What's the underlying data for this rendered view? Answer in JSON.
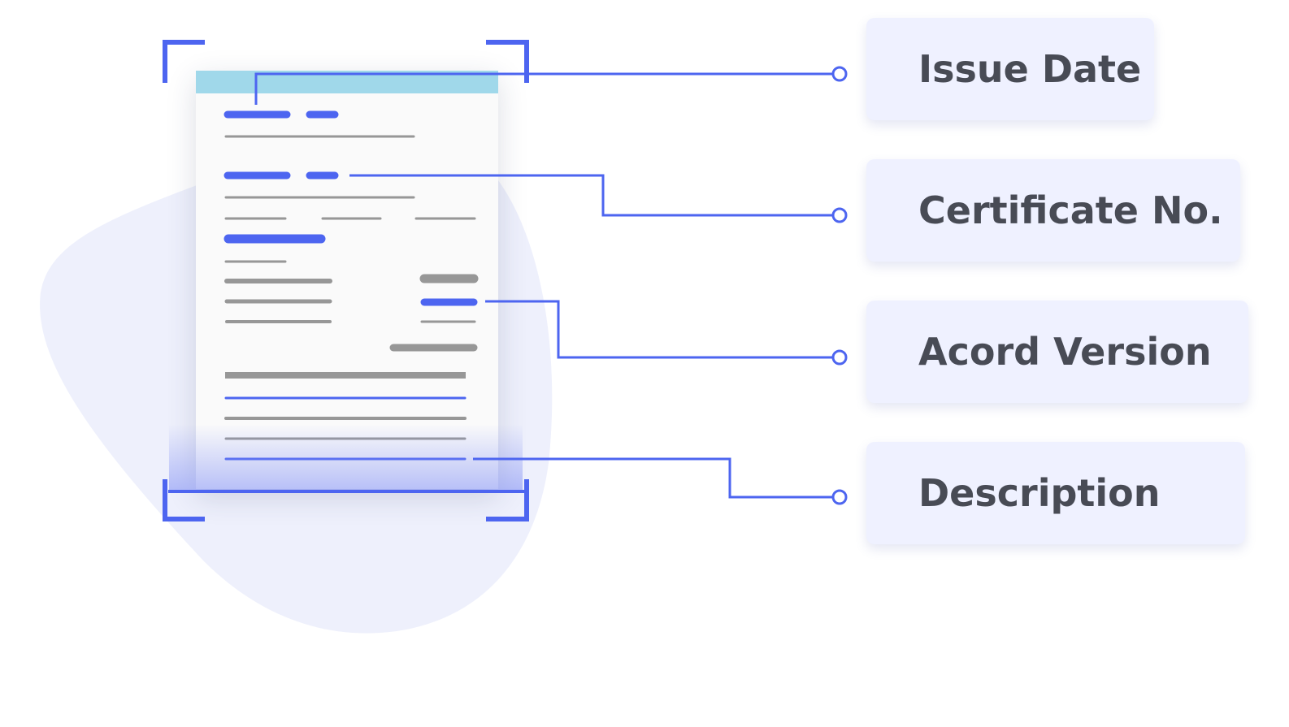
{
  "colors": {
    "accent": "#4d65f0",
    "header": "#a0d8ea",
    "gray_line": "#979797",
    "blob": "#eef0fc",
    "card_bg": "#eff1ff",
    "label_text": "#484b55"
  },
  "labels": [
    {
      "id": "issue-date",
      "text": "Issue Date"
    },
    {
      "id": "certificate-no",
      "text": "Certificate No."
    },
    {
      "id": "acord-version",
      "text": "Acord Version"
    },
    {
      "id": "description",
      "text": "Description"
    }
  ]
}
